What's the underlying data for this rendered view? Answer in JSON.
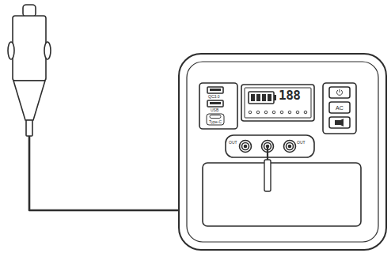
{
  "diagram": {
    "labels": [
      "QC3.0",
      "USB",
      "Type-C",
      "188",
      "AC",
      "OUT",
      "OUT"
    ]
  }
}
